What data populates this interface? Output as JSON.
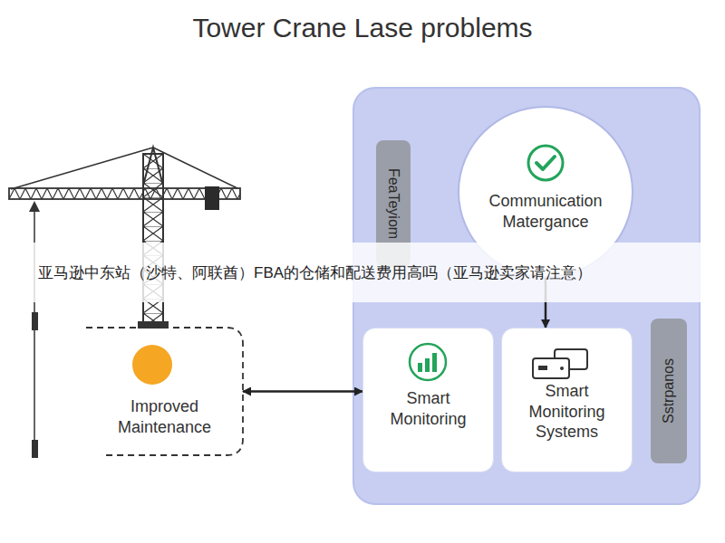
{
  "diagram": {
    "title": "Tower Crane Lase problems",
    "nodes": [
      {
        "text": [
          "FeaTeyiom"
        ]
      },
      {
        "text": [
          "Communication Matergance"
        ]
      },
      {
        "text": [
          "Improved Maintenance"
        ]
      },
      {
        "text": [
          "Smart Monitoring"
        ]
      },
      {
        "text": [
          "Smart Monitoring Systems"
        ]
      },
      {
        "text": [
          "Sstrpanos"
        ]
      }
    ],
    "edges": [
      {
        "from": 1,
        "to": 4,
        "arrow": "to"
      },
      {
        "from": 2,
        "to": 3,
        "arrow": "both"
      }
    ],
    "labels": [
      "亚马逊中东站（沙特、阿联酋）FBA的仓储和配送费用高吗（亚马逊卖家请注意）"
    ]
  }
}
